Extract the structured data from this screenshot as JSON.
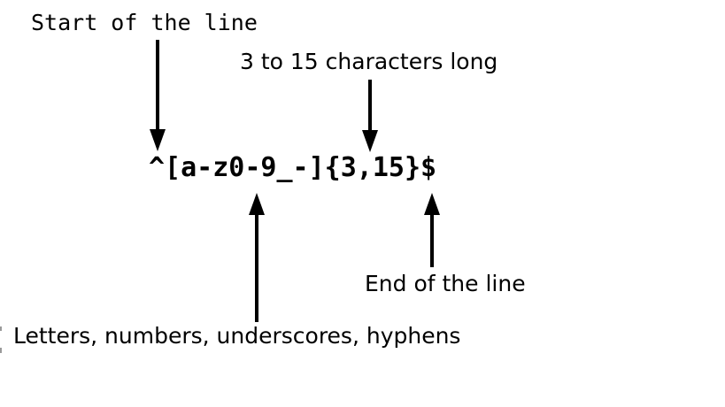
{
  "diagram": {
    "title": "regex-annotation-diagram",
    "regex": "^[a-z0-9_-]{3,15}$",
    "labels": {
      "start": "Start of the line",
      "length": "3 to 15 characters long",
      "end": "End of the line",
      "charclass": "Letters, numbers, underscores, hyphens"
    },
    "icons": [
      {
        "name": "arrow-down-icon",
        "glyph": "↓",
        "count": 2
      },
      {
        "name": "arrow-up-icon",
        "glyph": "↑",
        "count": 2
      }
    ],
    "colors": {
      "background": "#ffffff",
      "ink": "#000000",
      "artifact": "#9a9a9a"
    }
  }
}
